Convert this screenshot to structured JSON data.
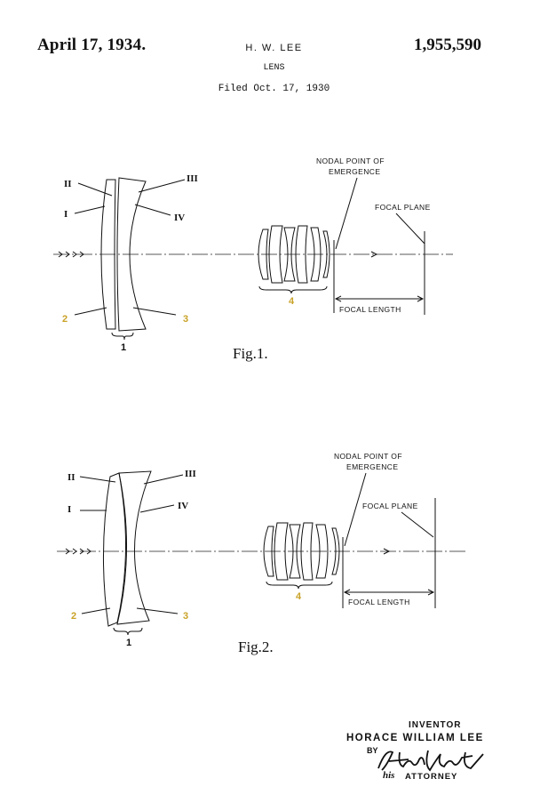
{
  "header": {
    "date": "April 17, 1934.",
    "inventor_short": "H. W. LEE",
    "patent_number": "1,955,590",
    "title": "LENS",
    "filed": "Filed Oct. 17, 1930"
  },
  "figures": [
    {
      "caption": "Fig.1.",
      "roman_labels": [
        "II",
        "I",
        "III",
        "IV"
      ],
      "number_labels": [
        "2",
        "3",
        "1",
        "4"
      ],
      "nodal_point_label_1": "NODAL POINT OF",
      "nodal_point_label_2": "EMERGENCE",
      "focal_plane_label": "FOCAL PLANE",
      "focal_length_label": "FOCAL LENGTH"
    },
    {
      "caption": "Fig.2.",
      "roman_labels": [
        "II",
        "I",
        "III",
        "IV"
      ],
      "number_labels": [
        "2",
        "3",
        "1",
        "4"
      ],
      "nodal_point_label_1": "NODAL POINT OF",
      "nodal_point_label_2": "EMERGENCE",
      "focal_plane_label": "FOCAL PLANE",
      "focal_length_label": "FOCAL LENGTH"
    }
  ],
  "footer": {
    "inventor_title": "INVENTOR",
    "inventor_name": "HORACE WILLIAM LEE",
    "by": "BY",
    "his": "his",
    "attorney": "ATTORNEY"
  },
  "colors": {
    "highlight_numbers": "#c9a227",
    "ink": "#111111"
  }
}
